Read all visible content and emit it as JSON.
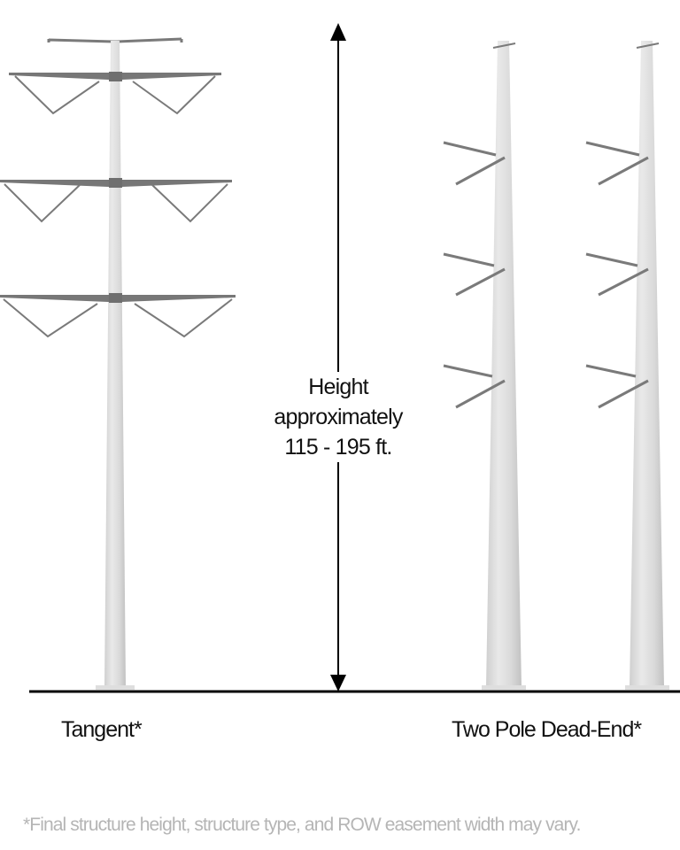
{
  "diagram": {
    "type": "transmission-structure-comparison",
    "structures": [
      {
        "id": "tangent",
        "label": "Tangent*",
        "poles": 1,
        "crossarm_levels": 3
      },
      {
        "id": "two-pole-dead-end",
        "label": "Two Pole Dead-End*",
        "poles": 2,
        "davit_arm_levels": 3
      }
    ],
    "height_annotation": {
      "line1": "Height",
      "line2": "approximately",
      "line3": "115 - 195 ft."
    },
    "footnote": "*Final structure height, structure type, and ROW easement width may vary.",
    "colors": {
      "pole_light": "#e4e4e4",
      "pole_shade": "#c4c4c4",
      "arm": "#7a7a7a",
      "ground": "#000000",
      "text": "#111111",
      "footnote": "#b5b5b5"
    }
  }
}
